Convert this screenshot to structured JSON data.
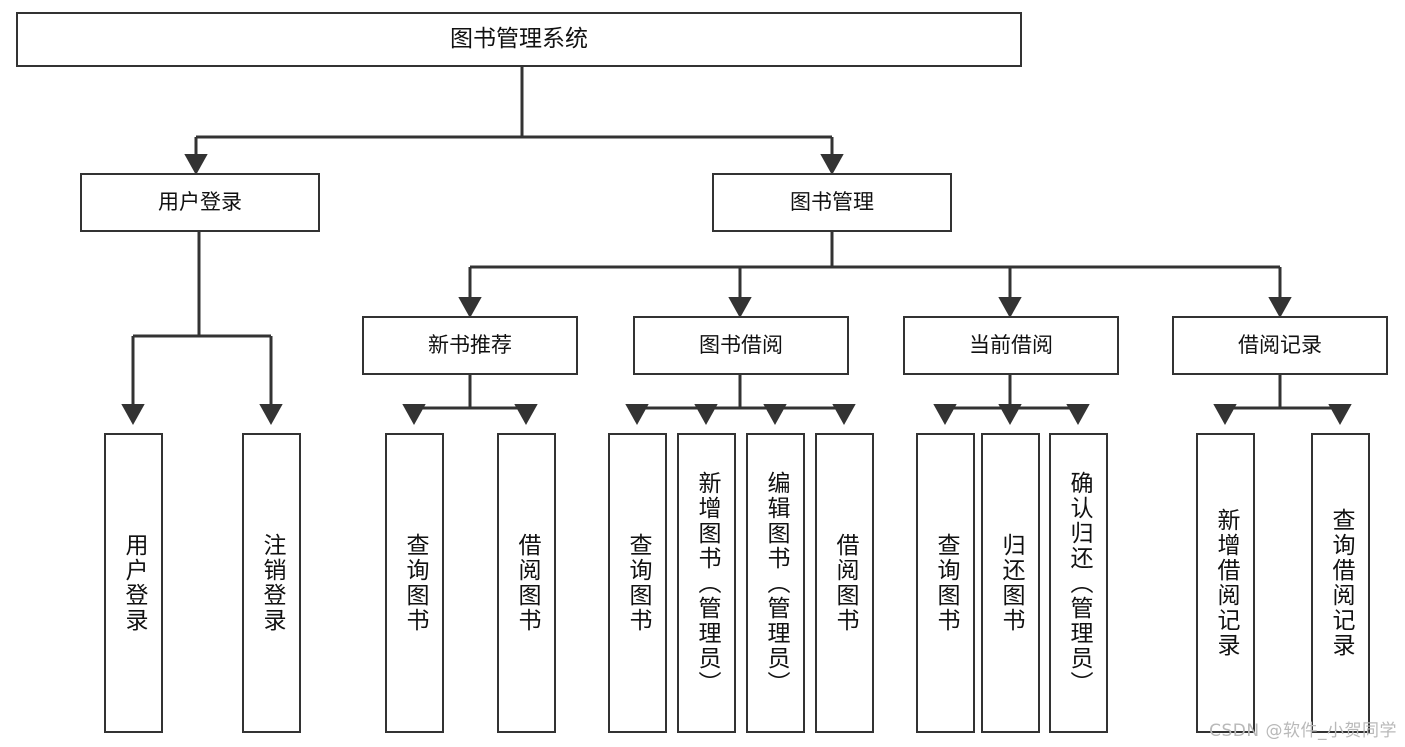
{
  "diagram": {
    "title": "图书管理系统",
    "type": "tree-hierarchy-diagram",
    "colors": {
      "box_border": "#333333",
      "box_fill": "#ffffff",
      "connector": "#333333",
      "text": "#111111",
      "watermark": "#b9b9b9"
    },
    "root": {
      "label": "图书管理系统"
    },
    "level2": [
      {
        "label": "用户登录"
      },
      {
        "label": "图书管理"
      }
    ],
    "level3": [
      {
        "label": "新书推荐"
      },
      {
        "label": "图书借阅"
      },
      {
        "label": "当前借阅"
      },
      {
        "label": "借阅记录"
      }
    ],
    "leaves": {
      "user_login": [
        {
          "label": "用户登录"
        },
        {
          "label": "注销登录"
        }
      ],
      "new_book_recommend": [
        {
          "label": "查询图书"
        },
        {
          "label": "借阅图书"
        }
      ],
      "book_borrow": [
        {
          "label": "查询图书"
        },
        {
          "label": "新增图书（管理员）"
        },
        {
          "label": "编辑图书（管理员）"
        },
        {
          "label": "借阅图书"
        }
      ],
      "current_borrow": [
        {
          "label": "查询图书"
        },
        {
          "label": "归还图书"
        },
        {
          "label": "确认归还（管理员）"
        }
      ],
      "borrow_record": [
        {
          "label": "新增借阅记录"
        },
        {
          "label": "查询借阅记录"
        }
      ]
    }
  },
  "watermark": {
    "text": "CSDN @软件_小贺同学"
  }
}
